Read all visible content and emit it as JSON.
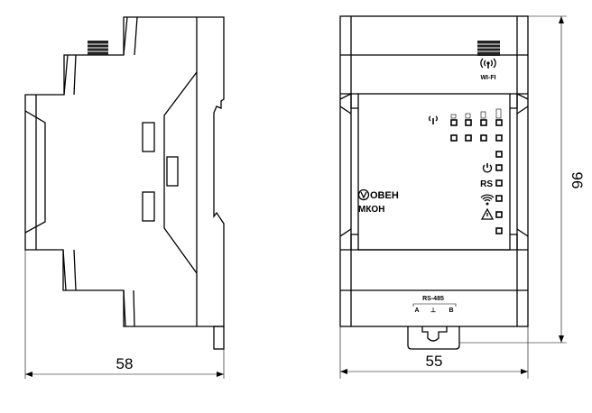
{
  "side_view": {
    "width_dimension": "58"
  },
  "front_view": {
    "width_dimension": "55",
    "height_dimension": "96",
    "antenna_label": "WI-FI",
    "brand_logo": "ОВЕН",
    "model": "МКОН",
    "indicator_labels": {
      "power": "power-icon",
      "rs": "RS",
      "wifi": "wifi-icon",
      "alarm": "warning-icon"
    },
    "interface_label": "RS-485",
    "terminals": [
      "A",
      "⊥",
      "B"
    ]
  }
}
